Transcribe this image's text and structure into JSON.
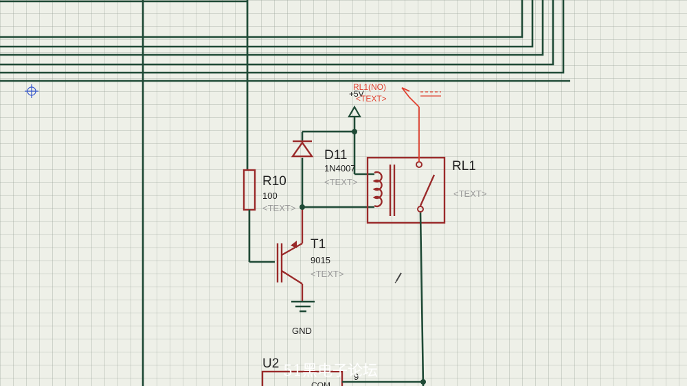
{
  "schematic": {
    "resistor": {
      "ref": "R10",
      "value": "100",
      "text": "<TEXT>"
    },
    "diode": {
      "ref": "D11",
      "value": "1N4007",
      "text": "<TEXT>"
    },
    "transistor": {
      "ref": "T1",
      "value": "9015",
      "text": "<TEXT>"
    },
    "relay": {
      "ref": "RL1",
      "text": "<TEXT>"
    },
    "power": {
      "label": "+5V"
    },
    "ground": {
      "label": "GND"
    },
    "net_label": {
      "name": "RL1(NO)",
      "text": "<TEXT>"
    },
    "ic": {
      "ref": "U2",
      "pin_number": "9",
      "pin_name": "COM"
    }
  },
  "watermark": "51黑电子论坛",
  "colors": {
    "wire": "#1f4a36",
    "component": "#9a2a2a",
    "net_label": "#e0402f",
    "grid": "#eef0e8"
  }
}
